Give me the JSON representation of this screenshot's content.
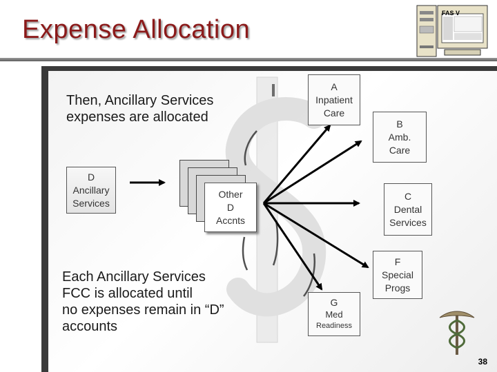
{
  "title": "Expense Allocation",
  "intro_text": "Then, Ancillary Services\nexpenses are allocated",
  "footnote_text": "Each Ancillary Services\nFCC is allocated until\nno expenses remain in “D”\naccounts",
  "boxes": {
    "d_ancillary": "D\nAncillary\nServices",
    "other_d": "Other\nD\nAccnts",
    "a_inpatient": "A\nInpatient\nCare",
    "b_amb": "B\nAmb.\nCare",
    "c_dental": "C\nDental\nServices",
    "f_special": "F\nSpecial\nProgs",
    "g_med": "G",
    "g_med_line2": "Med",
    "g_med_line3": "Readiness"
  },
  "computer_label": "FAS V",
  "page_number": "38",
  "colors": {
    "title": "#8b1a1a",
    "panel_border": "#3a3a3a",
    "arrow": "#000000"
  }
}
